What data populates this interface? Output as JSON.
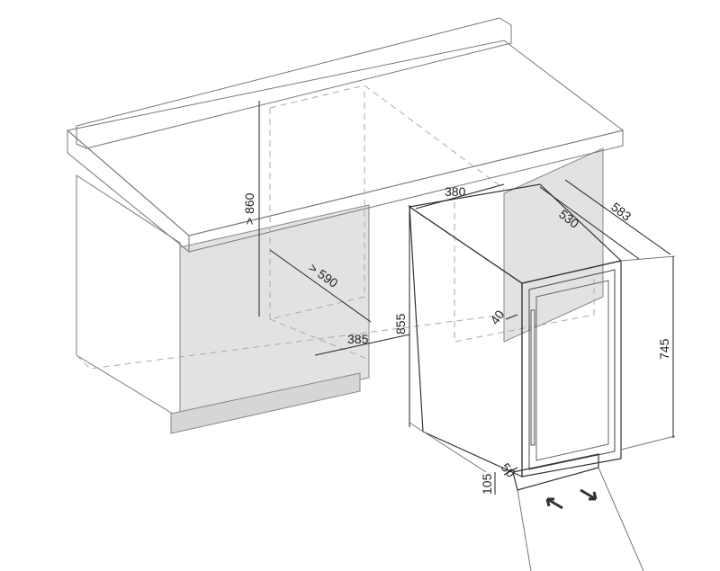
{
  "dimensions": {
    "min_height": "> 860",
    "min_depth": "> 590",
    "width": "380",
    "depth": "530",
    "depth_total": "583",
    "height": "855",
    "opening_width": "385",
    "door_gap": "40",
    "door_height": "745",
    "plinth_height": "105",
    "plinth_depth": "50"
  },
  "colors": {
    "cabinet_front": "#e2e2e2",
    "line": "#777777",
    "dimension": "#222222"
  }
}
